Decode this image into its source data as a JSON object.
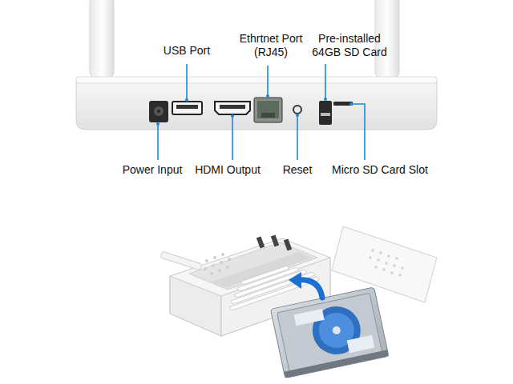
{
  "diagram": {
    "labels": [
      "USB Port",
      "Ethrtnet Port (RJ45)",
      "Pre-installed 64GB SD Card",
      "Power Input",
      "HDMI Output",
      "Reset",
      "Micro SD Card Slot"
    ]
  }
}
